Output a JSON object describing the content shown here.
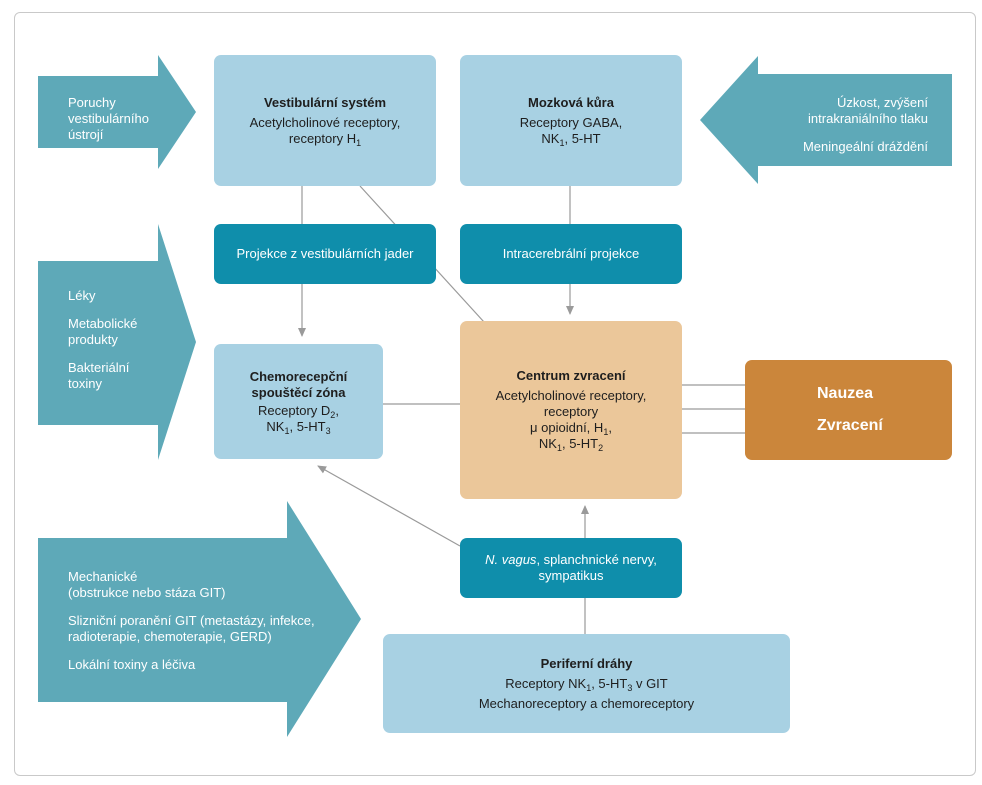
{
  "left_arrows": {
    "top": {
      "lines": [
        "Poruchy",
        "vestibulárního",
        "ústrojí"
      ]
    },
    "middle": {
      "items": [
        [
          "Léky"
        ],
        [
          "Metabolické",
          "produkty"
        ],
        [
          "Bakteriální",
          "toxiny"
        ]
      ]
    },
    "bottom": {
      "items": [
        [
          "Mechanické",
          "(obstrukce nebo stáza GIT)"
        ],
        [
          "Slizniční poranění GIT (metastázy, infekce,",
          "radioterapie, chemoterapie, GERD)"
        ],
        [
          "Lokální toxiny a léčiva"
        ]
      ]
    }
  },
  "right_arrow": {
    "items": [
      [
        "Úzkost, zvýšení",
        "intrakraniálního tlaku"
      ],
      [
        "Meningeální dráždění"
      ]
    ]
  },
  "vestibular": {
    "title": "Vestibulární systém",
    "line1": "Acetylcholinové receptory,",
    "line2_pre": "receptory H",
    "line2_sub": "1"
  },
  "cortex": {
    "title": "Mozková kůra",
    "line1": "Receptory GABA,",
    "line2_pre": "NK",
    "line2_sub": "1",
    "line2_post": ", 5-HT"
  },
  "proj_vestibular": {
    "label": "Projekce z vestibulárních jader"
  },
  "proj_intracerebral": {
    "label": "Intracerebrální projekce"
  },
  "chemo": {
    "title_line1": "Chemorecepční",
    "title_line2": "spouštěcí zóna",
    "line1_pre": "Receptory D",
    "line1_sub": "2",
    "line1_post": ",",
    "line2_pre": "NK",
    "line2_sub": "1",
    "line2_mid": ", 5-HT",
    "line2_sub2": "3"
  },
  "center": {
    "title": "Centrum zvracení",
    "line1": "Acetylcholinové receptory,",
    "line2": "receptory",
    "line3_pre": "μ opioidní, H",
    "line3_sub": "1",
    "line3_post": ",",
    "line4_pre": "NK",
    "line4_sub": "1",
    "line4_mid": ", 5-HT",
    "line4_sub2": "2"
  },
  "outcome": {
    "line1": "Nauzea",
    "line2": "Zvracení"
  },
  "vagus": {
    "italic": "N. vagus",
    "rest": ", splanchnické nervy,",
    "line2": "sympatikus"
  },
  "peripheral": {
    "title": "Periferní dráhy",
    "line1_pre": "Receptory NK",
    "line1_sub": "1",
    "line1_mid": ", 5-HT",
    "line1_sub2": "3",
    "line1_post": " v GIT",
    "line2": "Mechanoreceptory a chemoreceptory"
  },
  "colors": {
    "big_arrow": "#5ea9b8",
    "light_box": "#a8d1e3",
    "teal_box": "#0f8eab",
    "center_box": "#ebc79a",
    "outcome_box": "#cb863b",
    "connector": "#9a9a9a"
  }
}
